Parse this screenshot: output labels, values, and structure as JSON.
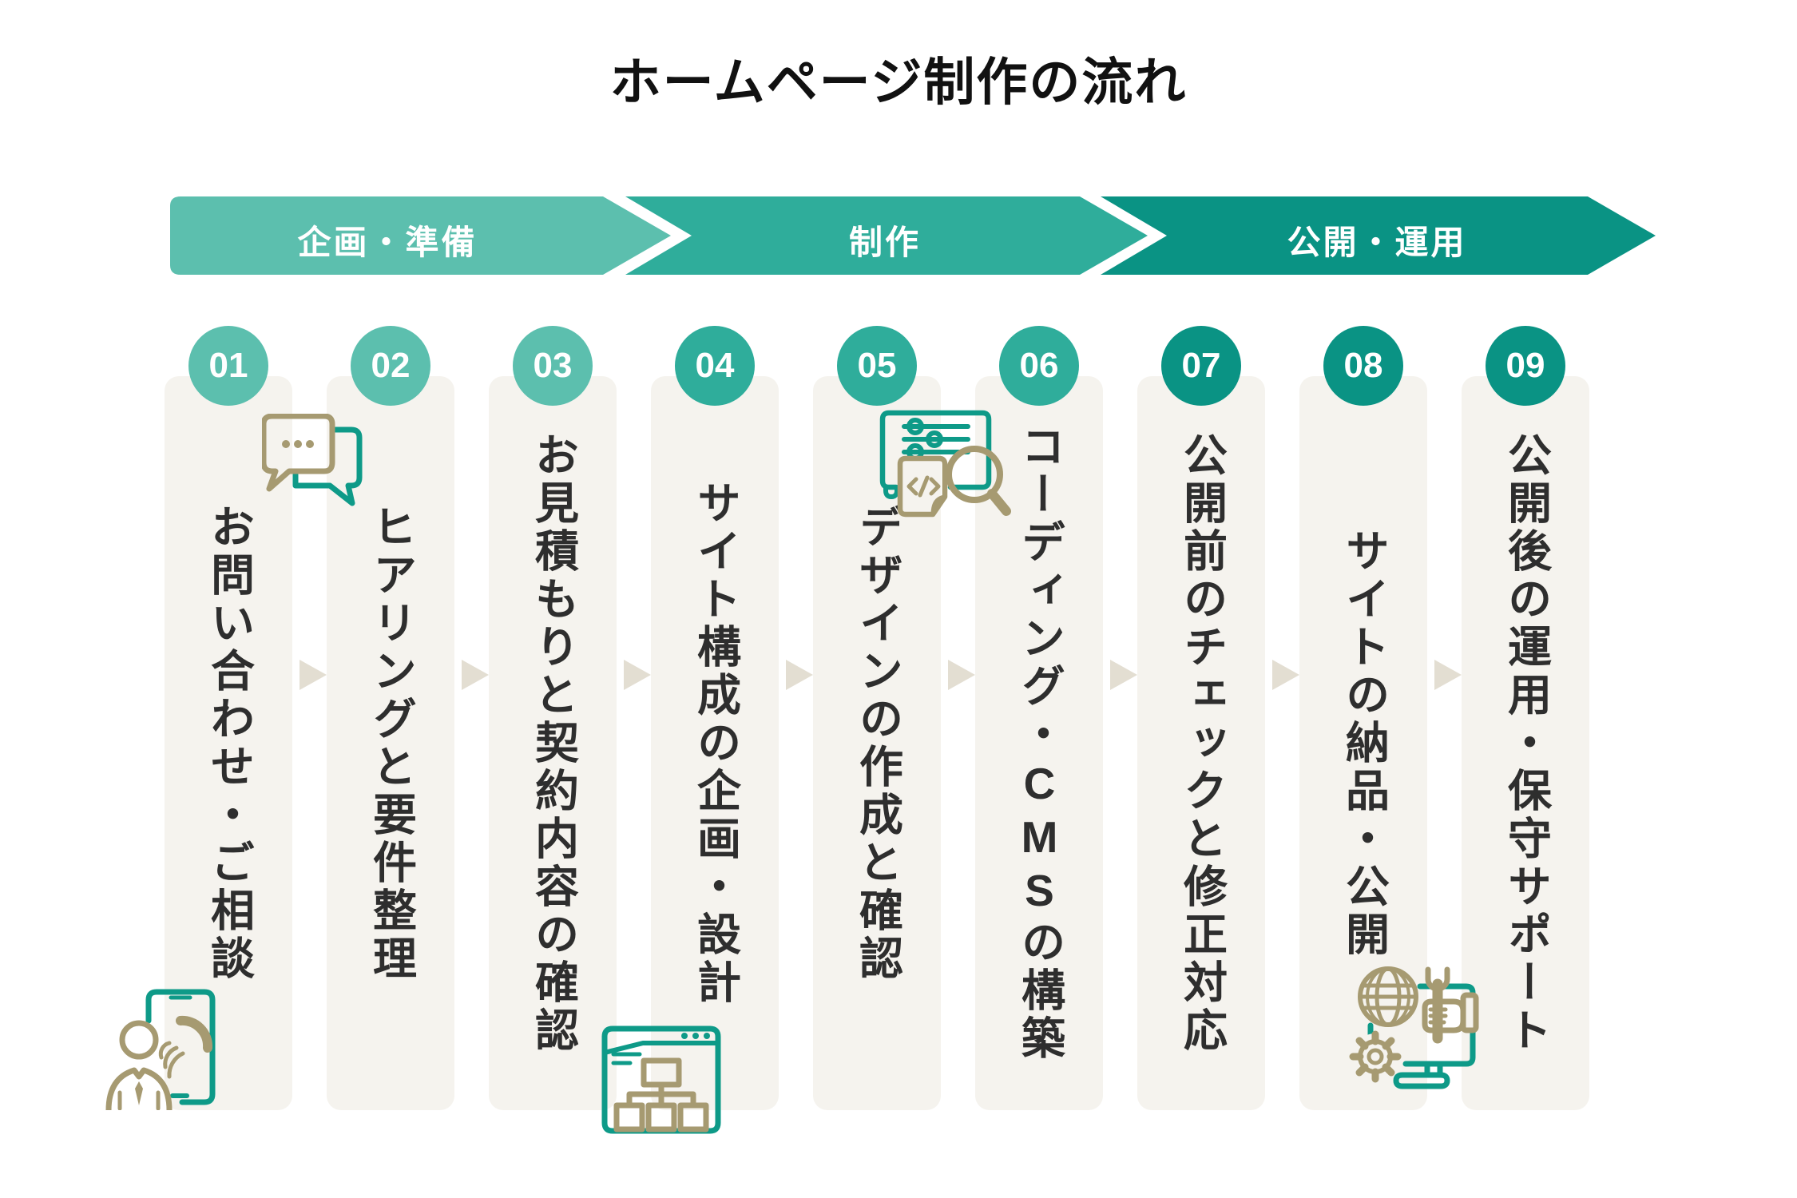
{
  "title": "ホームページ制作の流れ",
  "phases": [
    {
      "label": "企画・準備",
      "color": "#5cbfae"
    },
    {
      "label": "制作",
      "color": "#2fad9b"
    },
    {
      "label": "公開・運用",
      "color": "#0a9384"
    }
  ],
  "steps": [
    {
      "number": "01",
      "label": "お問い合わせ・ご相談",
      "phase_index": 1
    },
    {
      "number": "02",
      "label": "ヒアリングと要件整理",
      "phase_index": 1
    },
    {
      "number": "03",
      "label": "お見積もりと契約内容の確認",
      "phase_index": 1
    },
    {
      "number": "04",
      "label": "サイト構成の企画・設計",
      "phase_index": 2
    },
    {
      "number": "05",
      "label": "デザインの作成と確認",
      "phase_index": 2
    },
    {
      "number": "06",
      "label": "コーディング・CMSの構築",
      "label_pre": "コーディング・",
      "label_latin": "CMS",
      "label_post": "の構築",
      "phase_index": 2
    },
    {
      "number": "07",
      "label": "公開前のチェックと修正対応",
      "phase_index": 3
    },
    {
      "number": "08",
      "label": "サイトの納品・公開",
      "phase_index": 3
    },
    {
      "number": "09",
      "label": "公開後の運用・保守サポート",
      "phase_index": 3
    }
  ],
  "icons": {
    "step1": "person-phone-icon",
    "step2": "chat-bubbles-icon",
    "step4": "sitemap-window-icon",
    "step5": "design-code-search-icon",
    "step8": "delivery-tools-icon",
    "between_steps": "next-step-arrow-icon"
  },
  "colors": {
    "phase1": "#5cbfae",
    "phase2": "#2fad9b",
    "phase3": "#0a9384",
    "card_background": "#f5f3ee",
    "icon_teal": "#0e9a88",
    "icon_beige": "#a69a71",
    "step_text": "#2e2e2e",
    "next_arrow": "#e3ded2",
    "phase_label_text": "#ffffff",
    "title_text": "#111111"
  }
}
